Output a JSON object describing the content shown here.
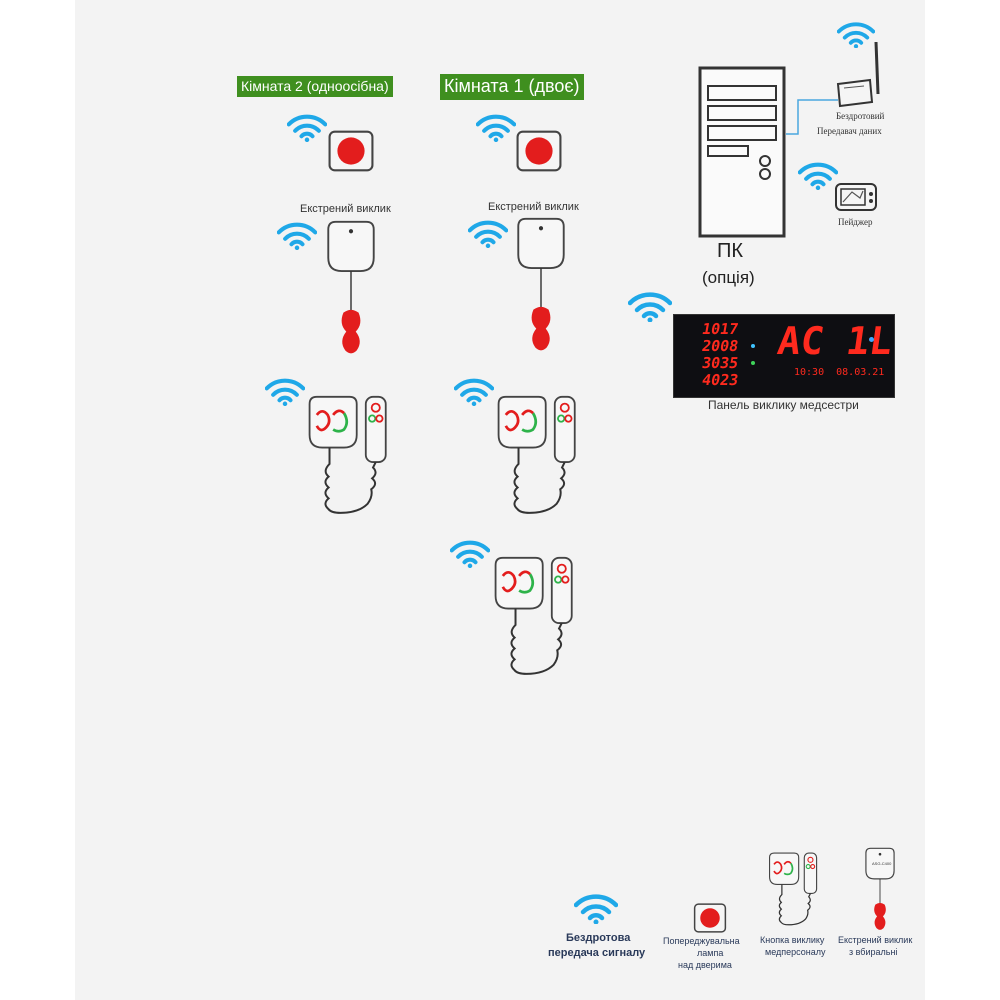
{
  "colors": {
    "wifi": "#1fa8e8",
    "alarm_red": "#e31d1d",
    "room_label_bg": "#3f8f1f",
    "panel_bg": "#0e0e12",
    "led_red": "#ff2a1e"
  },
  "rooms": {
    "room2": {
      "label": "Кімната 2 (одноосібна)",
      "emergency_label": "Екстрений виклик"
    },
    "room1": {
      "label": "Кімната 1 (двоє)",
      "emergency_label": "Екстрений виклик"
    }
  },
  "pc": {
    "label_line1": "ПК",
    "label_line2": "(опція)"
  },
  "transmitter": {
    "label_line1": "Бездротовий",
    "label_line2": "Передавач  даних"
  },
  "pager": {
    "label": "Пейджер"
  },
  "nurse_panel": {
    "caption": "Панель виклику медсестри",
    "rows": [
      "1017",
      "2008",
      "3035",
      "4023"
    ],
    "big_text": "AC 1L",
    "time_text": "10:30  08.03.21"
  },
  "legend": {
    "wireless": {
      "line1": "Бездротова",
      "line2": "передача сигналу"
    },
    "lamp": {
      "line1": "Попереджувальна",
      "line2": "лампа",
      "line3": "над дверима"
    },
    "call_button": {
      "line1": "Кнопка виклику",
      "line2": "медперсоналу"
    },
    "emergency": {
      "line1": "Екстрений виклик",
      "line2": "з вбиральні"
    },
    "device_tag": {
      "line1": "ASG-C400"
    }
  }
}
